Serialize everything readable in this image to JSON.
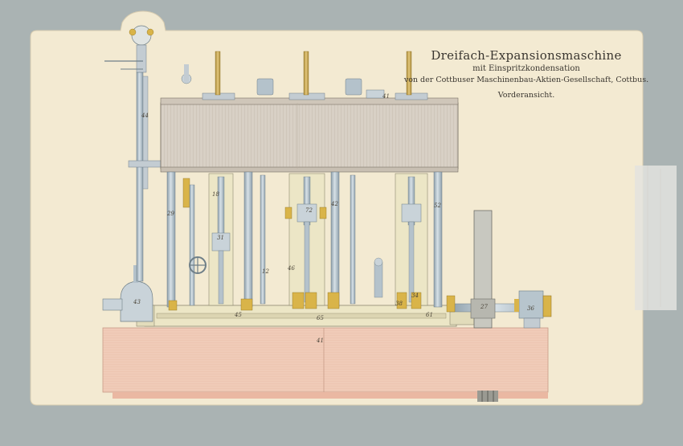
{
  "title": {
    "main": "Dreifach-Expansionsmaschine",
    "sub": "mit Einspritzkondensation",
    "maker": "von der Cottbuser Maschinenbau-Aktien-Gesellschaft, Cottbus.",
    "view": "Vorderansicht."
  },
  "part_numbers": [
    "44",
    "29",
    "18",
    "31",
    "72",
    "27",
    "36",
    "41",
    "43",
    "45",
    "38",
    "65",
    "52",
    "34",
    "61",
    "42",
    "12",
    "46",
    "41"
  ],
  "colors": {
    "backdrop": "#aab3b3",
    "paper": "#f3ead2",
    "cylinder": "#d8d0c5",
    "steel": "#b4c2cb",
    "base": "#ece6c6",
    "brass": "#d9b449",
    "foundation": "#f0cbb8"
  }
}
